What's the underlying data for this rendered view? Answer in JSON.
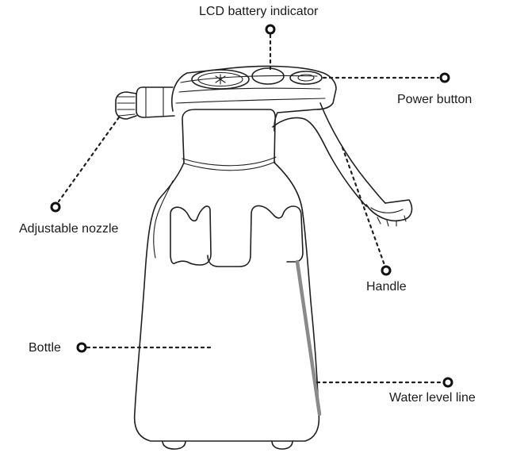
{
  "labels": {
    "lcd_battery_indicator": "LCD battery indicator",
    "power_button": "Power button",
    "adjustable_nozzle": "Adjustable nozzle",
    "handle": "Handle",
    "bottle": "Bottle",
    "water_level_line": "Water level line"
  },
  "colors": {
    "outline": "#1f1f1f",
    "water_level_line": "#8a8a8a",
    "background": "#ffffff"
  }
}
